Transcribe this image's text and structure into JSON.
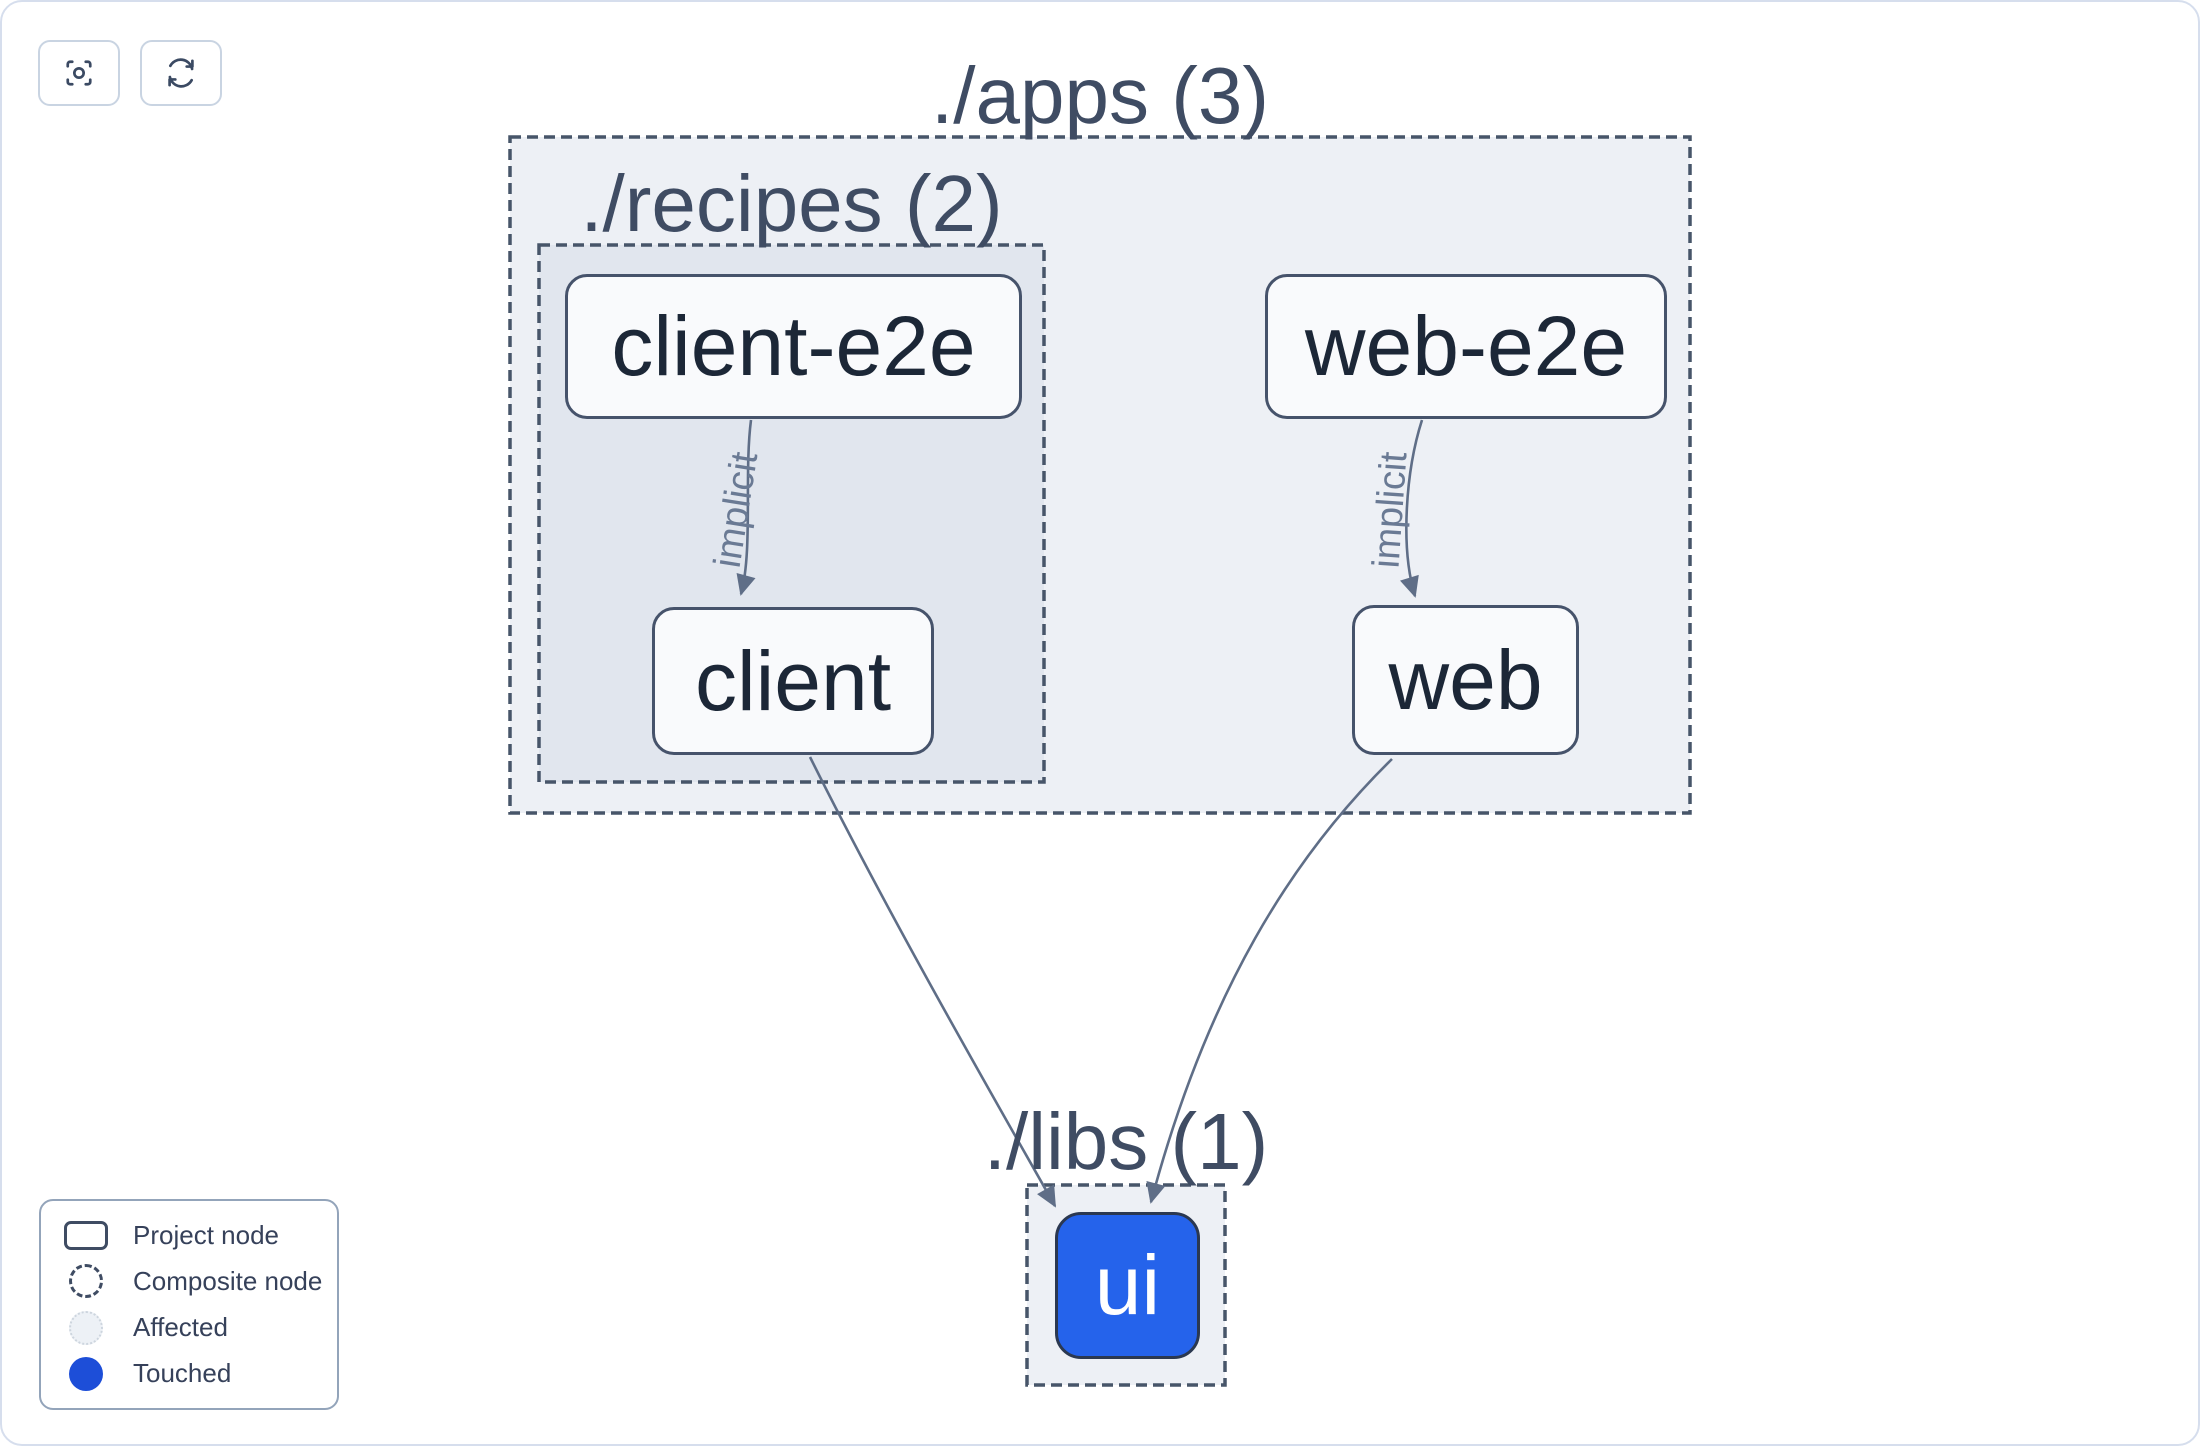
{
  "toolbar": {
    "buttons": [
      {
        "icon": "center-graph-icon"
      },
      {
        "icon": "refresh-icon"
      }
    ]
  },
  "graph": {
    "groups": [
      {
        "id": "apps",
        "label": "./apps (3)",
        "count": 3
      },
      {
        "id": "recipes",
        "label": "./recipes (2)",
        "count": 2
      },
      {
        "id": "libs",
        "label": "./libs (1)",
        "count": 1
      }
    ],
    "nodes": [
      {
        "id": "client-e2e",
        "label": "client-e2e",
        "group": "recipes",
        "state": "project"
      },
      {
        "id": "client",
        "label": "client",
        "group": "recipes",
        "state": "project"
      },
      {
        "id": "web-e2e",
        "label": "web-e2e",
        "group": "apps",
        "state": "project"
      },
      {
        "id": "web",
        "label": "web",
        "group": "apps",
        "state": "project"
      },
      {
        "id": "ui",
        "label": "ui",
        "group": "libs",
        "state": "touched"
      }
    ],
    "edges": [
      {
        "from": "client-e2e",
        "to": "client",
        "label": "implicit"
      },
      {
        "from": "web-e2e",
        "to": "web",
        "label": "implicit"
      },
      {
        "from": "client",
        "to": "ui",
        "label": ""
      },
      {
        "from": "web",
        "to": "ui",
        "label": ""
      }
    ]
  },
  "legend": {
    "items": [
      {
        "swatch": "project-node-swatch",
        "label": "Project node"
      },
      {
        "swatch": "composite-node-swatch",
        "label": "Composite node"
      },
      {
        "swatch": "affected-swatch",
        "label": "Affected"
      },
      {
        "swatch": "touched-swatch",
        "label": "Touched"
      }
    ]
  },
  "colors": {
    "touched_node_fill": "#2563eb",
    "touched_legend_fill": "#1d4ed8",
    "edge_stroke": "#5f6e87",
    "group_border": "#475569",
    "group_fill": "#edf1f6"
  }
}
